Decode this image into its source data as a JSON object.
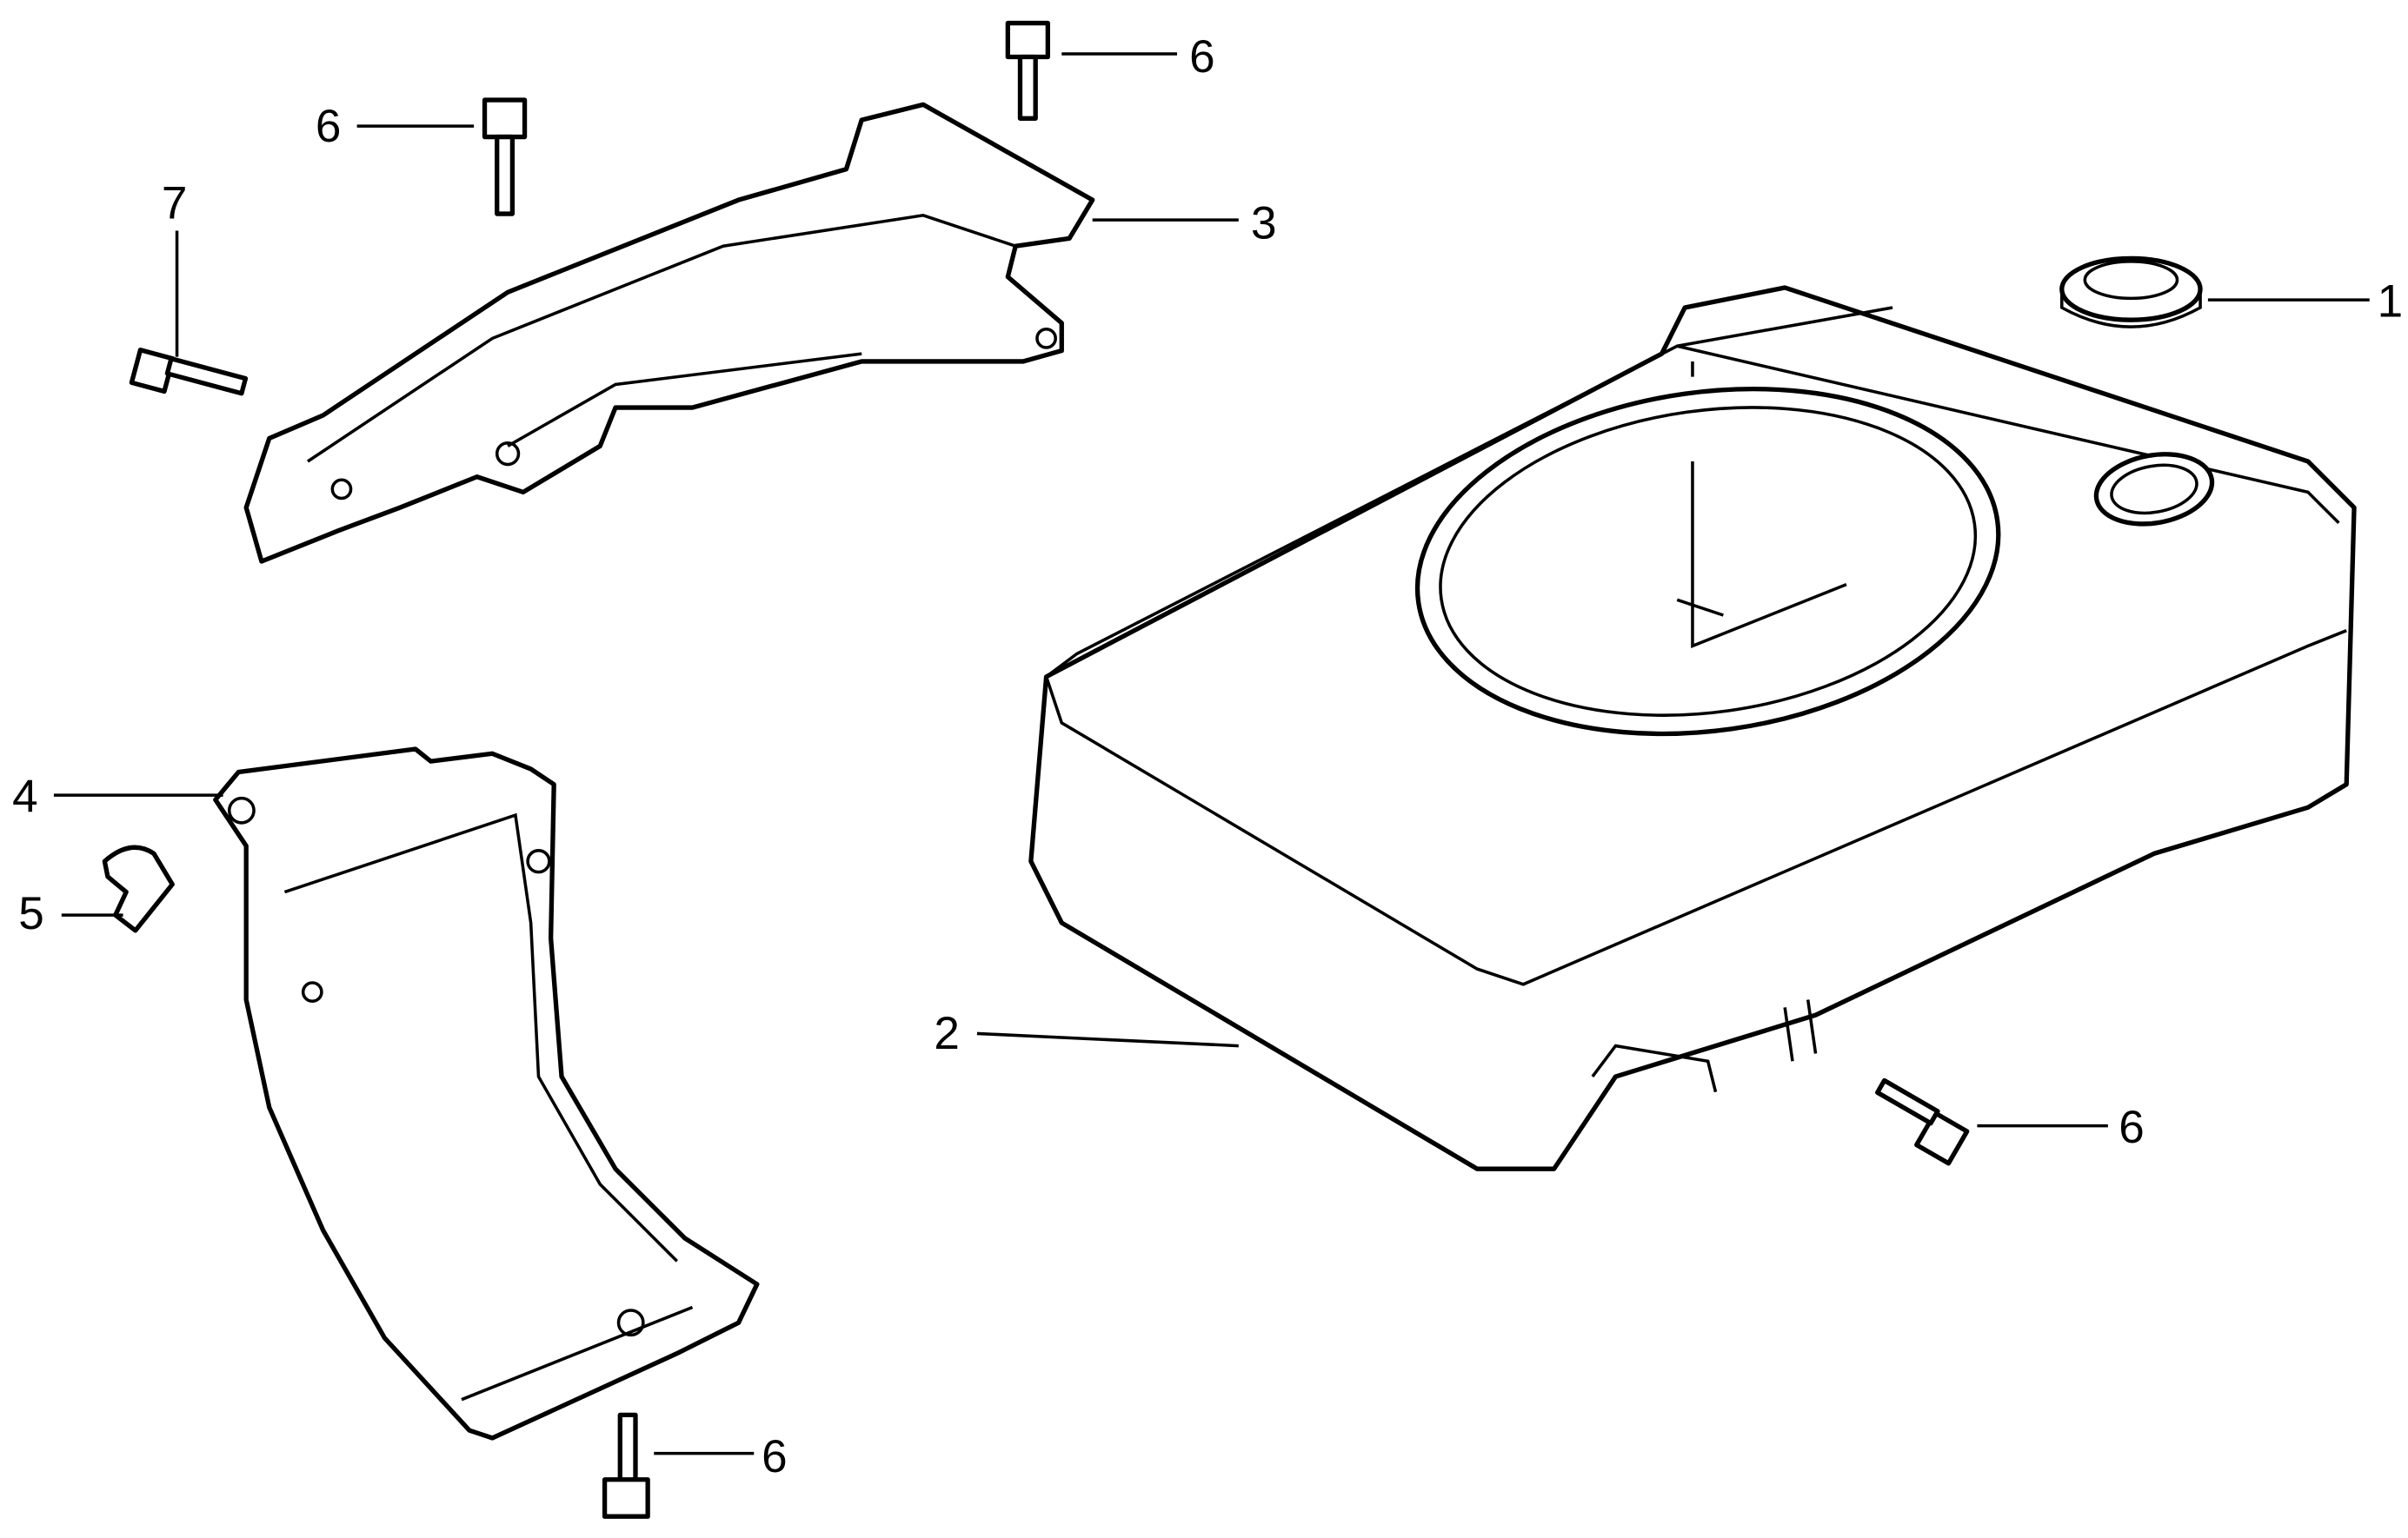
{
  "diagram": {
    "callouts": [
      {
        "id": "c1",
        "label": "1",
        "part": "grommet"
      },
      {
        "id": "c2",
        "label": "2",
        "part": "fan-shroud"
      },
      {
        "id": "c3",
        "label": "3",
        "part": "upper-bracket"
      },
      {
        "id": "c4",
        "label": "4",
        "part": "side-cover"
      },
      {
        "id": "c5",
        "label": "5",
        "part": "clip"
      },
      {
        "id": "c6a",
        "label": "6",
        "part": "bolt"
      },
      {
        "id": "c6b",
        "label": "6",
        "part": "bolt"
      },
      {
        "id": "c6c",
        "label": "6",
        "part": "bolt"
      },
      {
        "id": "c6d",
        "label": "6",
        "part": "bolt"
      },
      {
        "id": "c7",
        "label": "7",
        "part": "bolt"
      }
    ]
  }
}
